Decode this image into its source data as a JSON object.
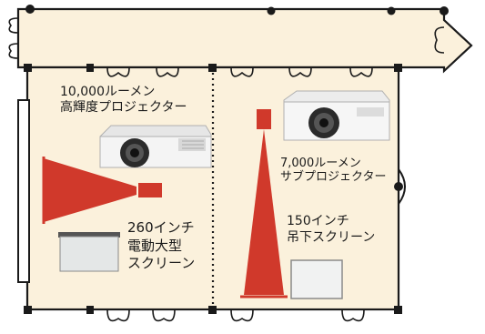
{
  "labels": {
    "main_projector": [
      "10,000ルーメン",
      "高輝度プロジェクター"
    ],
    "screen_260": [
      "260インチ",
      "電動大型",
      "スクリーン"
    ],
    "sub_projector": [
      "7,000ルーメン",
      "サブプロジェクター"
    ],
    "screen_150": [
      "150インチ",
      "吊下スクリーン"
    ]
  },
  "colors": {
    "floor": "#fbf1dc",
    "wall": "#1a1a1a",
    "projection_red": "#d0392b",
    "screen_gray": "#e4e7e7"
  },
  "icons": [
    "projector-icon",
    "projection-beam",
    "screen-icon",
    "door-icon",
    "pillar-icon"
  ]
}
